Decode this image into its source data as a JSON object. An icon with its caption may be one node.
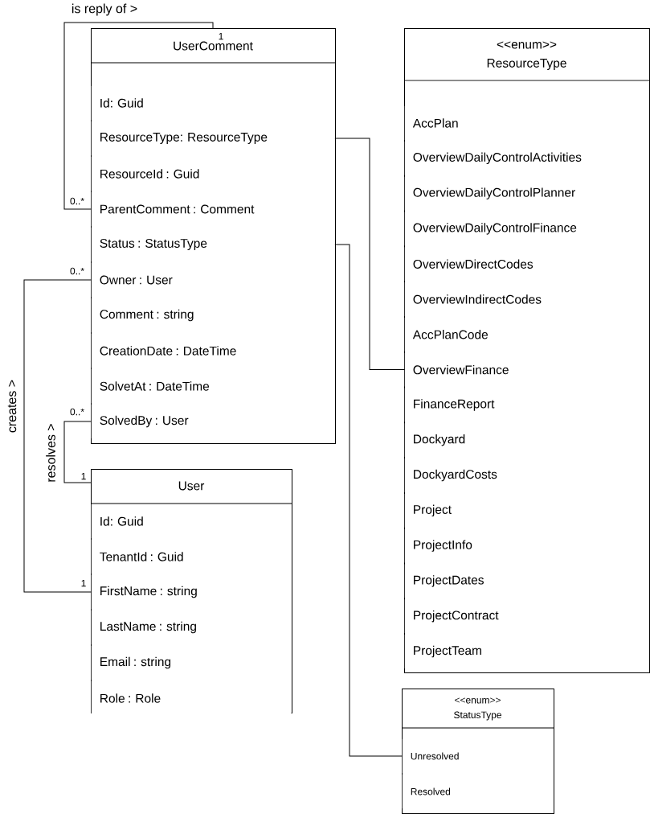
{
  "diagram": {
    "nodes": [
      {
        "text": [
          "UserComment"
        ]
      },
      {
        "text": [
          "Id: Guid"
        ],
        "in": 0
      },
      {
        "text": [
          "ResourceType: ResourceType"
        ],
        "in": 0
      },
      {
        "text": [
          "ResourceId : Guid"
        ],
        "in": 0
      },
      {
        "text": [
          "ParentComment : Comment"
        ],
        "in": 0
      },
      {
        "text": [
          "Status : StatusType"
        ],
        "in": 0
      },
      {
        "text": [
          "Owner : User"
        ],
        "in": 0
      },
      {
        "text": [
          "Comment : string"
        ],
        "in": 0
      },
      {
        "text": [
          "CreationDate : DateTime"
        ],
        "in": 0
      },
      {
        "text": [
          "SolvetAt : DateTime"
        ],
        "in": 0
      },
      {
        "text": [
          "SolvedBy : User"
        ],
        "in": 0
      },
      {
        "text": [
          "<<enum>>",
          "ResourceType"
        ]
      },
      {
        "text": [
          "AccPlan"
        ],
        "in": 11
      },
      {
        "text": [
          "OverviewDailyControlActivities"
        ],
        "in": 11
      },
      {
        "text": [
          "OverviewDailyControlPlanner"
        ],
        "in": 11
      },
      {
        "text": [
          "OverviewDailyControlFinance"
        ],
        "in": 11
      },
      {
        "text": [
          "OverviewDirectCodes"
        ],
        "in": 11
      },
      {
        "text": [
          "OverviewIndirectCodes"
        ],
        "in": 11
      },
      {
        "text": [
          "AccPlanCode"
        ],
        "in": 11
      },
      {
        "text": [
          "OverviewFinance"
        ],
        "in": 11
      },
      {
        "text": [
          "FinanceReport"
        ],
        "in": 11
      },
      {
        "text": [
          "Dockyard"
        ],
        "in": 11
      },
      {
        "text": [
          "DockyardCosts"
        ],
        "in": 11
      },
      {
        "text": [
          "Project"
        ],
        "in": 11
      },
      {
        "text": [
          "ProjectInfo"
        ],
        "in": 11
      },
      {
        "text": [
          "ProjectDates"
        ],
        "in": 11
      },
      {
        "text": [
          "ProjectContract"
        ],
        "in": 11
      },
      {
        "text": [
          "ProjectTeam"
        ],
        "in": 11
      },
      {
        "text": [
          "User"
        ]
      },
      {
        "text": [
          "Id: Guid"
        ],
        "in": 28
      },
      {
        "text": [
          "TenantId : Guid"
        ],
        "in": 28
      },
      {
        "text": [
          "FirstName : string"
        ],
        "in": 28
      },
      {
        "text": [
          "LastName : string"
        ],
        "in": 28
      },
      {
        "text": [
          "Email : string"
        ],
        "in": 28
      },
      {
        "text": [
          "Role : Role"
        ],
        "in": 28
      },
      {
        "text": [
          "<<enum>>",
          "StatusType"
        ]
      },
      {
        "text": [
          "Unresolved"
        ],
        "in": 35
      },
      {
        "text": [
          "Resolved"
        ],
        "in": 35
      }
    ],
    "edges": [
      {
        "from": 4,
        "to": 0,
        "arrow": "none",
        "label": "is reply of >"
      },
      {
        "from": 6,
        "to": 31,
        "arrow": "none",
        "label": "creates >"
      },
      {
        "from": 10,
        "to": 28,
        "arrow": "none",
        "label": "resolves >"
      },
      {
        "from": 2,
        "to": 19,
        "arrow": "none"
      },
      {
        "from": 5,
        "to": 36,
        "arrow": "none"
      }
    ],
    "labels": [
      "1",
      "0..*",
      "0..*",
      "0..*",
      "1",
      "1"
    ]
  }
}
